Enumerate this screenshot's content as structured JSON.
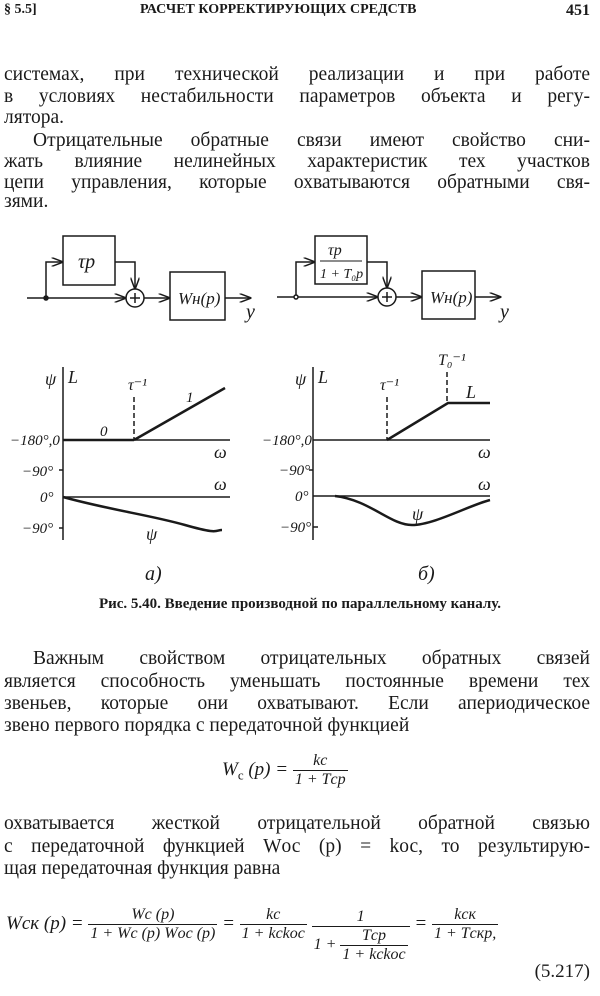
{
  "header": {
    "section": "§ 5.5]",
    "title": "РАСЧЕТ КОРРЕКТИРУЮЩИХ СРЕДСТВ",
    "page": "451"
  },
  "para1": [
    "системах, при технической реализации и при работе",
    "в условиях нестабильности параметров объекта и регу-",
    "лятора."
  ],
  "para2": [
    "Отрицательные обратные связи имеют свойство сни-",
    "жать влияние нелинейных характеристик тех участков",
    "цепи управления, которые охватываются обратными свя-",
    "зями."
  ],
  "figure": {
    "a": {
      "block1": "τp",
      "block2": "Wн(p)",
      "output": "y",
      "L": "L",
      "phi": "ψ",
      "tau": "τ⁻¹",
      "seg0": "0",
      "seg1": "1",
      "omega": "ω",
      "t180": "−180°,0",
      "t90": "−90°",
      "t0": "0°",
      "tm90": "−90°",
      "phi2": "ψ",
      "label": "а)"
    },
    "b": {
      "block1_num": "τp",
      "block1_den": "1 + T₀p",
      "block2": "Wн(p)",
      "output": "y",
      "L": "L",
      "phi": "ψ",
      "tau": "τ⁻¹",
      "t0inv": "T₀⁻¹",
      "Lcurve": "L",
      "omega": "ω",
      "omega2": "ω",
      "t180": "−180°,0",
      "t90": "−90°",
      "t0": "0°",
      "tm90": "−90°",
      "phi2": "ψ",
      "label": "б)"
    },
    "caption": "Рис. 5.40. Введение производной по параллельному каналу."
  },
  "para3": [
    "Важным свойством отрицательных обратных связей",
    "является способность уменьшать постоянные времени тех",
    "звеньев, которые они охватывают. Если апериодическое",
    "звено первого порядка с передаточной функцией"
  ],
  "formula1": {
    "lhs": "W",
    "lhs_sub": "с",
    "lhs_arg": "(p) =",
    "num": "kс",
    "den": "1 + Tсp"
  },
  "para4": [
    "охватывается жесткой отрицательной обратной связью",
    "с передаточной функцией  Wос (p) = kос,  то результирую-",
    "щая передаточная функция равна"
  ],
  "formula2": {
    "lhs": "Wск (p) =",
    "f1_num": "Wс (p)",
    "f1_den": "1 + Wс (p) Wос (p)",
    "eq": "=",
    "f2_num": "kс",
    "f2_den": "1 + kсkос",
    "f3_num": "1",
    "f3_den_a": "1 +",
    "f3_in_num": "Tсp",
    "f3_in_den": "1 + kсkос",
    "eq2": "=",
    "f4_num": "kск",
    "f4_den": "1 + Tскp,",
    "number": "(5.217)"
  }
}
